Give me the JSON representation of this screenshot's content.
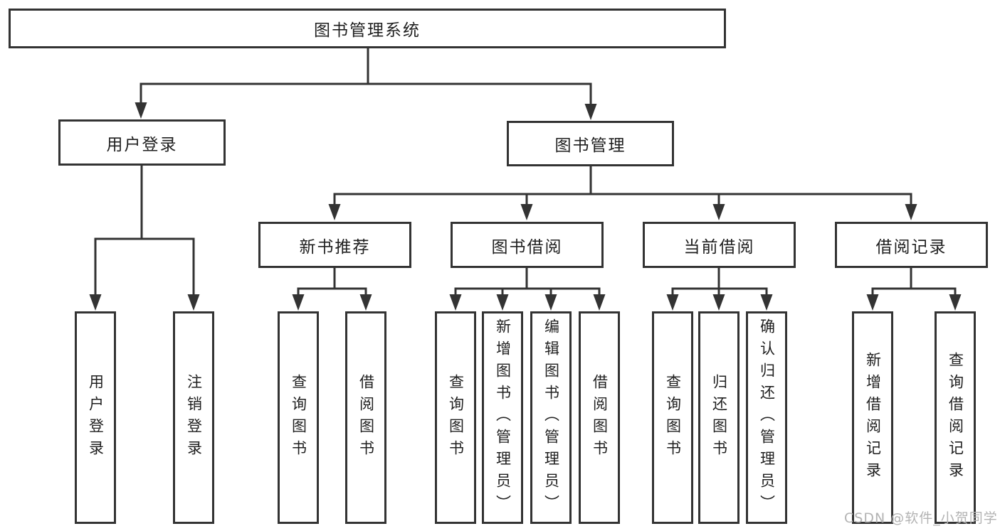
{
  "tree": {
    "root": {
      "label": "图书管理系统"
    },
    "branches": [
      {
        "label": "用户登录",
        "children": [
          {
            "label": "用户登录"
          },
          {
            "label": "注销登录"
          }
        ]
      },
      {
        "label": "图书管理",
        "children": [
          {
            "label": "新书推荐",
            "children": [
              {
                "label": "查询图书"
              },
              {
                "label": "借阅图书"
              }
            ]
          },
          {
            "label": "图书借阅",
            "children": [
              {
                "label": "查询图书"
              },
              {
                "label": "新增图书（管理员）"
              },
              {
                "label": "编辑图书（管理员）"
              },
              {
                "label": "借阅图书"
              }
            ]
          },
          {
            "label": "当前借阅",
            "children": [
              {
                "label": "查询图书"
              },
              {
                "label": "归还图书"
              },
              {
                "label": "确认归还（管理员）"
              }
            ]
          },
          {
            "label": "借阅记录",
            "children": [
              {
                "label": "新增借阅记录"
              },
              {
                "label": "查询借阅记录"
              }
            ]
          }
        ]
      }
    ]
  },
  "watermark": {
    "text": "CSDN @软件_小贺同学",
    "color": "#b3b3b3"
  },
  "colors": {
    "line": "#333333",
    "box_border": "#333333",
    "text": "#1f1f1f",
    "background": "#ffffff"
  }
}
